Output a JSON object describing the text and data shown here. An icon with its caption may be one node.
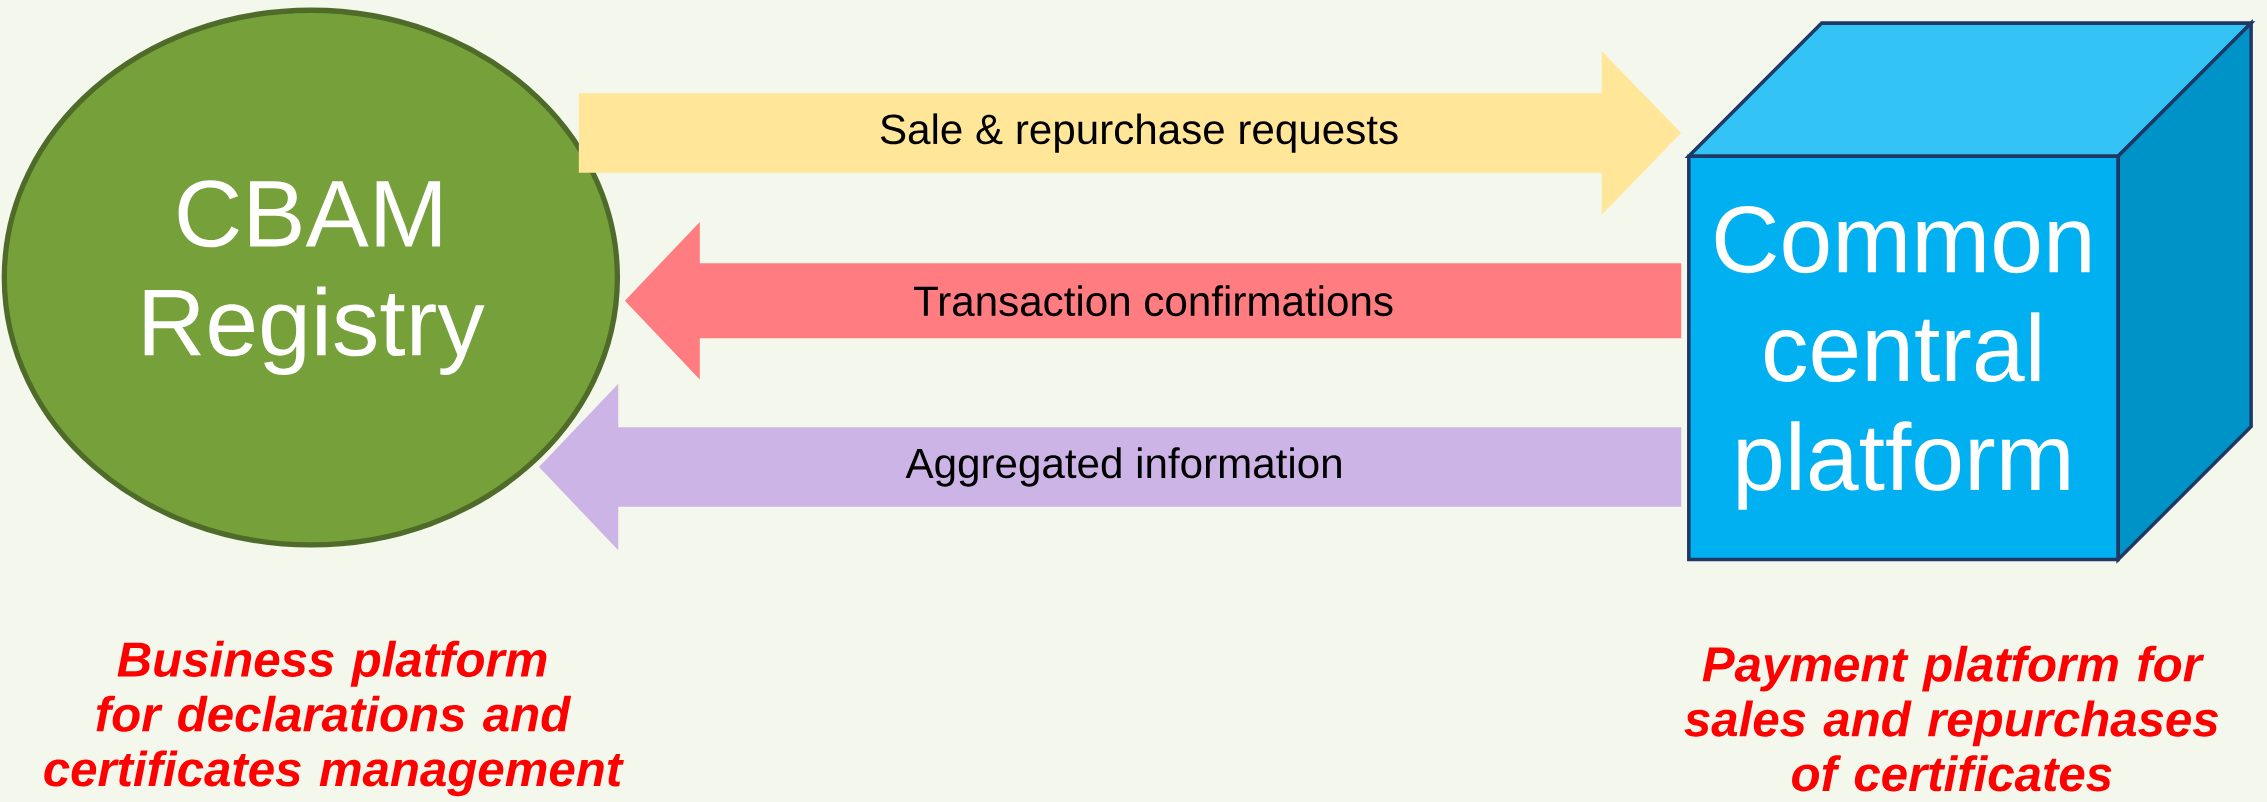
{
  "diagram": {
    "nodes": [
      {
        "text": [
          "CBAM Registry"
        ],
        "beside": [
          "Business platform for declarations and certificates management"
        ]
      },
      {
        "text": [
          "Common central platform"
        ],
        "beside": [
          "Payment platform for sales and repurchases of certificates"
        ]
      }
    ],
    "edges": [
      {
        "from": 0,
        "to": 1,
        "arrow": "to",
        "label": "Sale & repurchase requests",
        "color": "#ffe699"
      },
      {
        "from": 1,
        "to": 0,
        "arrow": "to",
        "label": "Transaction confirmations",
        "color": "#ff7c80"
      },
      {
        "from": 1,
        "to": 0,
        "arrow": "to",
        "label": "Aggregated information",
        "color": "#cdb4e6"
      }
    ]
  }
}
